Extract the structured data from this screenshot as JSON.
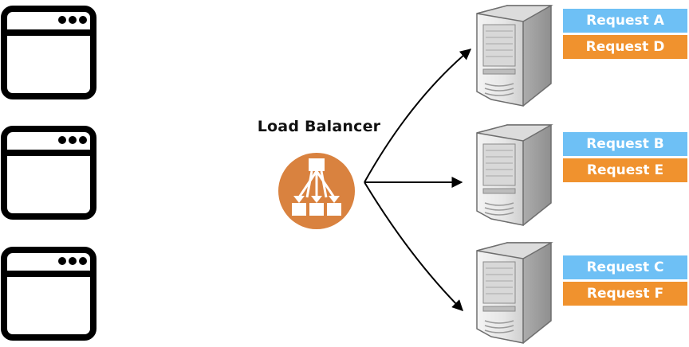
{
  "load_balancer": {
    "title": "Load Balancer",
    "color": "#d9823f"
  },
  "clients": [
    {
      "name": "browser-window-1"
    },
    {
      "name": "browser-window-2"
    },
    {
      "name": "browser-window-3"
    }
  ],
  "servers": [
    {
      "requests": [
        "Request A",
        "Request D"
      ]
    },
    {
      "requests": [
        "Request B",
        "Request E"
      ]
    },
    {
      "requests": [
        "Request C",
        "Request F"
      ]
    }
  ],
  "colors": {
    "request_primary": "#6ec0f5",
    "request_secondary": "#f0922e"
  }
}
